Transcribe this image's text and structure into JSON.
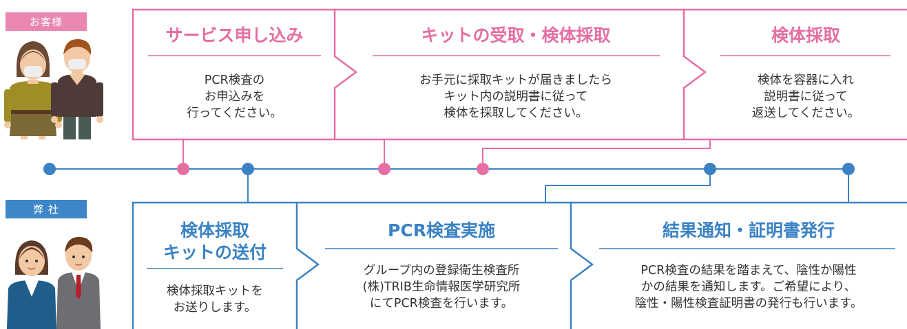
{
  "labels": {
    "customer": "お客様",
    "company": "弊 社"
  },
  "colors": {
    "pink": "#e56ea2",
    "pink_label": "#e986b2",
    "blue": "#3a82c4",
    "blue_label": "#3d86c8",
    "text": "#333333"
  },
  "customer_steps": [
    {
      "title": "サービス申し込み",
      "body": [
        "PCR検査の",
        "お申込みを",
        "行ってください。"
      ]
    },
    {
      "title": "キットの受取・検体採取",
      "body": [
        "お手元に採取キットが届きましたら",
        "キット内の説明書に従って",
        "検体を採取してください。"
      ]
    },
    {
      "title": "検体採取",
      "body": [
        "検体を容器に入れ",
        "説明書に従って",
        "返送してください。"
      ]
    }
  ],
  "company_steps": [
    {
      "title": [
        "検体採取",
        "キットの送付"
      ],
      "body": [
        "検体採取キットを",
        "お送りします。"
      ]
    },
    {
      "title": [
        "PCR検査実施"
      ],
      "body": [
        "グループ内の登録衛生検査所",
        "(株)TRIB生命情報医学研究所",
        "にてPCR検査を行います。"
      ]
    },
    {
      "title": [
        "結果通知・証明書発行"
      ],
      "body": [
        "PCR検査の結果を踏まえて、陰性か陽性",
        "かの結果を通知します。ご希望により、",
        "陰性・陽性検査証明書の発行も行います。"
      ]
    }
  ]
}
